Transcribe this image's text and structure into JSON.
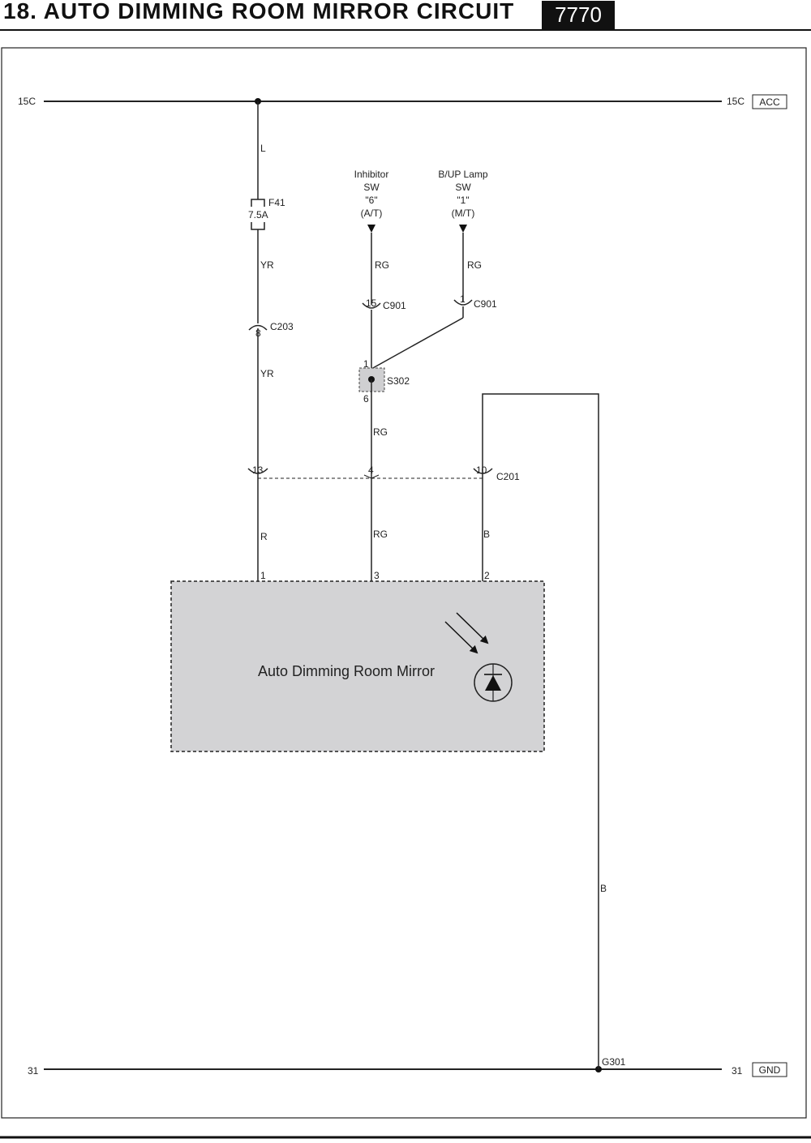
{
  "header": {
    "section_title": "18.  AUTO DIMMING ROOM MIRROR CIRCUIT",
    "code": "7770"
  },
  "power_bus": {
    "left_label": "15C",
    "right_label": "15C",
    "tag": "ACC"
  },
  "ground_bus": {
    "left_label": "31",
    "right_label": "31",
    "tag": "GND",
    "ground_point": "G301",
    "wire_color": "B"
  },
  "fuse": {
    "id": "F41",
    "rating": "7.5A",
    "wire_in": "L",
    "wire_out": "YR"
  },
  "c203": {
    "id": "C203",
    "pin": "8",
    "wire_out": "YR"
  },
  "switches": {
    "inhibitor": {
      "lines": [
        "Inhibitor",
        "SW",
        "\"6\"",
        "(A/T)"
      ],
      "wire": "RG",
      "connector": "C901",
      "pin": "15"
    },
    "bup_lamp": {
      "lines": [
        "B/UP Lamp",
        "SW",
        "\"1\"",
        "(M/T)"
      ],
      "wire": "RG",
      "connector": "C901",
      "pin": "1"
    }
  },
  "splice": {
    "id": "S302",
    "pin_top": "1",
    "pin_bottom": "6",
    "wire_out": "RG"
  },
  "c201": {
    "id": "C201",
    "pins": [
      "13",
      "4",
      "10"
    ],
    "wires_below": [
      "R",
      "RG",
      "B"
    ]
  },
  "mirror": {
    "name": "Auto Dimming Room Mirror",
    "pins": [
      "1",
      "3",
      "2"
    ]
  }
}
